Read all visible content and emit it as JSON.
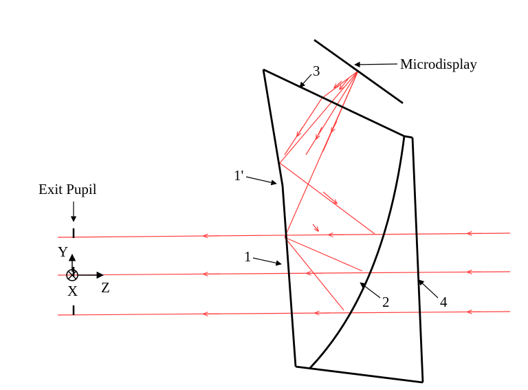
{
  "labels": {
    "microdisplay": "Microdisplay",
    "exit_pupil": "Exit Pupil",
    "surface_1": "1",
    "surface_1_prime": "1'",
    "surface_2": "2",
    "surface_3": "3",
    "surface_4": "4",
    "axis_x": "X",
    "axis_y": "Y",
    "axis_z": "Z"
  },
  "colors": {
    "structure": "#000000",
    "ray": "#ff3a3a",
    "background": "#ffffff"
  }
}
